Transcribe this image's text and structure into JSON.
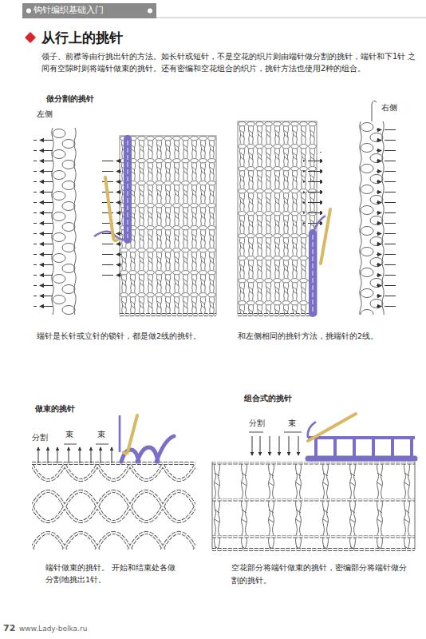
{
  "diagram": {
    "title": "从行上的挑针",
    "labels": [
      "钩针编织基础入门",
      "领子、前襟等由行挑出针的方法。如长针或短针，不是空花的织片则由端针做分割的挑针，端针和下1针 之间有空隙时则将端针做束的挑针。还有密编和空花组合的织片，挑针方法也使用2种的组合。",
      "做分割的挑针",
      "左侧",
      "右侧",
      "端针是长针或立针的锁针，都是做2线的挑针。",
      "和左侧相同的挑针方法，挑端针的2线。",
      "做束的挑针",
      "分割",
      "束",
      "束",
      "端针做束的挑针。 开始和结束处各做分割地挑出1针。",
      "组合式的挑针",
      "分割",
      "束",
      "空花部分将端针做束的挑针，密编部分将端针做分割的挑针。",
      "72",
      "www.Lady-belka.ru"
    ]
  }
}
